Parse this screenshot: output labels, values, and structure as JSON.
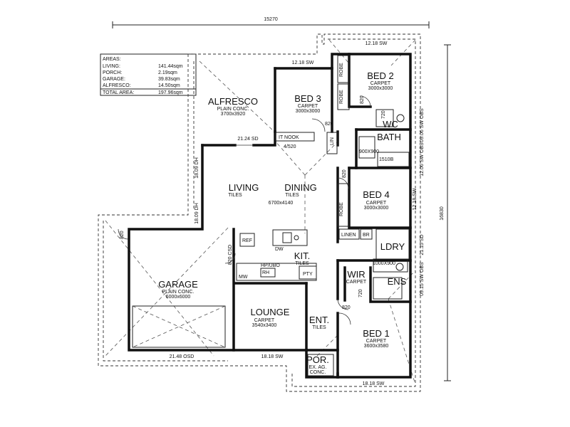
{
  "dimensions": {
    "overall_width": "15270",
    "overall_depth": "16830",
    "top_bed2": "12.18 SW",
    "top_bed3": "12.18 SW",
    "alfresco_sd": "21.24 SD",
    "living_dh_upper": "18.09 DH",
    "living_dh_lower": "18.09 DH",
    "garage_osd": "21.48 OSD",
    "lounge_sw": "18.18 SW",
    "bed1_bottom_sw": "18.18 SW",
    "bath_sw_obs": "09.06 SW OBS",
    "bath2_sw_obs": "12.06 SW OBS",
    "bed4_sw": "12.18 SW",
    "ldry_sd": "21.15 SD",
    "ens_sw_obs": "09.15 SW OBS",
    "garage_csd": "820 CSD",
    "nook_opening": "4/520"
  },
  "areas": {
    "heading": "AREAS:",
    "rows": [
      {
        "label": "LIVING:",
        "value": "141.44sqm"
      },
      {
        "label": "PORCH:",
        "value": "2.19sqm"
      },
      {
        "label": "GARAGE:",
        "value": "39.83sqm"
      },
      {
        "label": "ALFRESCO:",
        "value": "14.50sqm"
      },
      {
        "label": "TOTAL AREA:",
        "value": "197.96sqm"
      }
    ]
  },
  "rooms": {
    "alfresco": {
      "name": "ALFRESCO",
      "finish": "PLAIN CONC.",
      "size": "3700x3920"
    },
    "bed3": {
      "name": "BED 3",
      "finish": "CARPET",
      "size": "3000x3000"
    },
    "bed2": {
      "name": "BED 2",
      "finish": "CARPET",
      "size": "3000x3000"
    },
    "living": {
      "name": "LIVING",
      "finish": "TILES"
    },
    "dining": {
      "name": "DINING",
      "finish": "TILES"
    },
    "living_dining_size": "6700x4140",
    "bed4": {
      "name": "BED 4",
      "finish": "CARPET",
      "size": "3000x3000"
    },
    "garage": {
      "name": "GARAGE",
      "finish": "PLAIN CONC.",
      "size": "6000x6000"
    },
    "kitchen": {
      "name": "KIT.",
      "finish": "TILES"
    },
    "lounge": {
      "name": "LOUNGE",
      "finish": "CARPET",
      "size": "3540x3400"
    },
    "entry": {
      "name": "ENT.",
      "finish": "TILES"
    },
    "bed1": {
      "name": "BED 1",
      "finish": "CARPET",
      "size": "3600x3580"
    },
    "wir": {
      "name": "WIR",
      "finish": "CARPET"
    },
    "ens": {
      "name": "ENS"
    },
    "wc": {
      "name": "WC"
    },
    "bath": {
      "name": "BATH"
    },
    "ldry": {
      "name": "LDRY"
    },
    "porch": {
      "name": "POR.",
      "finish": "EX. AG.",
      "finish2": "CONC."
    }
  },
  "labels": {
    "robe": "ROBE",
    "it_nook": "IT NOOK",
    "lin": "LIN",
    "linen": "LINEN",
    "br": "BR",
    "ref": "REF",
    "dw": "DW",
    "mw": "MW",
    "hp_ubo": "HP/UBO",
    "rh": "RH",
    "pty": "PTY",
    "door_820": "820",
    "door_720": "720",
    "bath_size": "1510B",
    "shower": "900X900",
    "ens_shower": "1000X900",
    "sw": "SW"
  }
}
